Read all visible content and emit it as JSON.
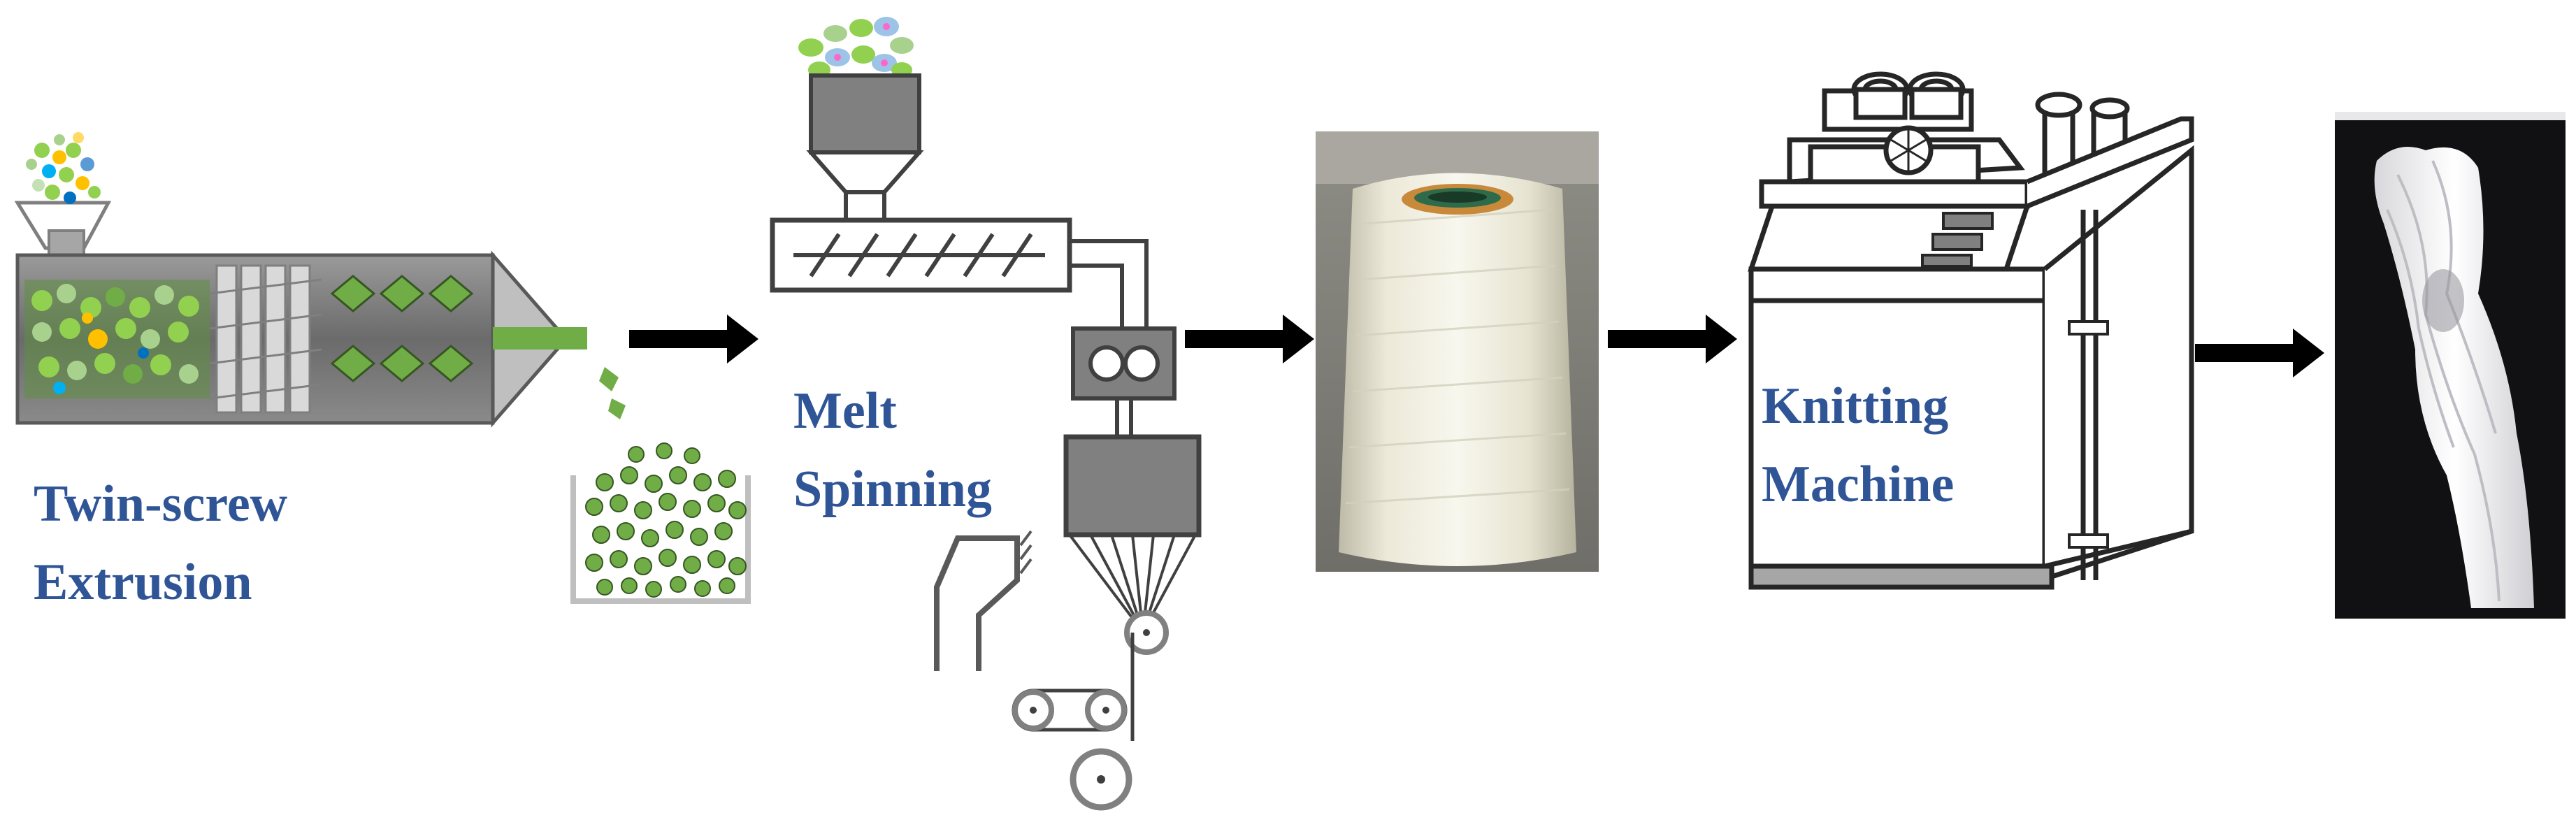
{
  "labels": {
    "twin_screw": [
      "Twin-screw",
      "Extrusion"
    ],
    "melt": [
      "Melt",
      "Spinning"
    ],
    "knitting": [
      "Knitting",
      "Machine"
    ]
  },
  "colors": {
    "label_blue": "#2f5597",
    "pellet_green": "#70ad47",
    "barrel_gray": "#7f7f7f",
    "arrow_black": "#000000"
  },
  "icons": [
    "twin-screw-extruder",
    "pellet-hopper",
    "pellet-container",
    "melt-spinning-line",
    "fiber-bobbin-photo",
    "knitting-machine",
    "knitted-fabric-photo",
    "process-arrow"
  ]
}
